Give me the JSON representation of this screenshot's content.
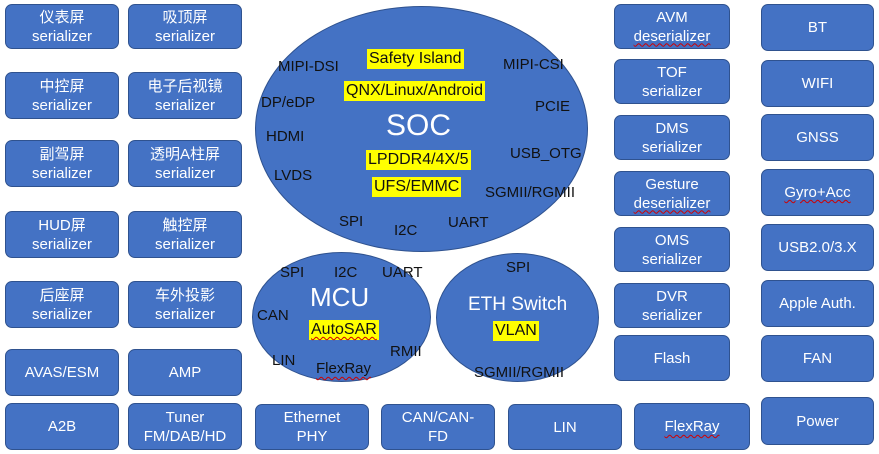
{
  "left_blocks": [
    {
      "l1": "仪表屏",
      "l2": "serializer"
    },
    {
      "l1": "吸顶屏",
      "l2": "serializer"
    },
    {
      "l1": "中控屏",
      "l2": "serializer"
    },
    {
      "l1": "电子后视镜",
      "l2": "serializer"
    },
    {
      "l1": "副驾屏",
      "l2": "serializer"
    },
    {
      "l1": "透明A柱屏",
      "l2": "serializer"
    },
    {
      "l1": "HUD屏",
      "l2": "serializer"
    },
    {
      "l1": "触控屏",
      "l2": "serializer"
    },
    {
      "l1": "后座屏",
      "l2": "serializer"
    },
    {
      "l1": "车外投影",
      "l2": "serializer"
    },
    {
      "l1": "AVAS/ESM"
    },
    {
      "l1": "AMP"
    },
    {
      "l1": "A2B"
    },
    {
      "l1": "Tuner",
      "l2": "FM/DAB/HD"
    }
  ],
  "bottom_blocks": [
    {
      "l1": "Ethernet",
      "l2": "PHY"
    },
    {
      "l1": "CAN/CAN-",
      "l2": "FD"
    },
    {
      "l1": "LIN"
    },
    {
      "l1": "FlexRay"
    }
  ],
  "right_col1": [
    {
      "l1": "AVM",
      "l2": "deserializer"
    },
    {
      "l1": "TOF",
      "l2": "serializer"
    },
    {
      "l1": "DMS",
      "l2": "serializer"
    },
    {
      "l1": "Gesture",
      "l2": "deserializer"
    },
    {
      "l1": "OMS",
      "l2": "serializer"
    },
    {
      "l1": "DVR",
      "l2": "serializer"
    },
    {
      "l1": "Flash"
    }
  ],
  "right_col2": [
    {
      "l1": "BT"
    },
    {
      "l1": "WIFI"
    },
    {
      "l1": "GNSS"
    },
    {
      "l1": "Gyro+Acc"
    },
    {
      "l1": "USB2.0/3.X"
    },
    {
      "l1": "Apple Auth."
    },
    {
      "l1": "FAN"
    },
    {
      "l1": "Power"
    }
  ],
  "soc": {
    "title": "SOC",
    "highlights": [
      "Safety Island",
      "QNX/Linux/Android",
      "LPDDR4/4X/5",
      "UFS/EMMC"
    ],
    "interfaces": [
      "MIPI-DSI",
      "MIPI-CSI",
      "DP/eDP",
      "PCIE",
      "HDMI",
      "USB_OTG",
      "LVDS",
      "SGMII/RGMII",
      "SPI",
      "I2C",
      "UART"
    ]
  },
  "mcu": {
    "title": "MCU",
    "highlights": [
      "AutoSAR"
    ],
    "interfaces": [
      "SPI",
      "I2C",
      "UART",
      "CAN",
      "LIN",
      "FlexRay",
      "RMII"
    ]
  },
  "eth": {
    "title": "ETH Switch",
    "highlights": [
      "VLAN"
    ],
    "interfaces": [
      "SPI",
      "SGMII/RGMII"
    ]
  }
}
